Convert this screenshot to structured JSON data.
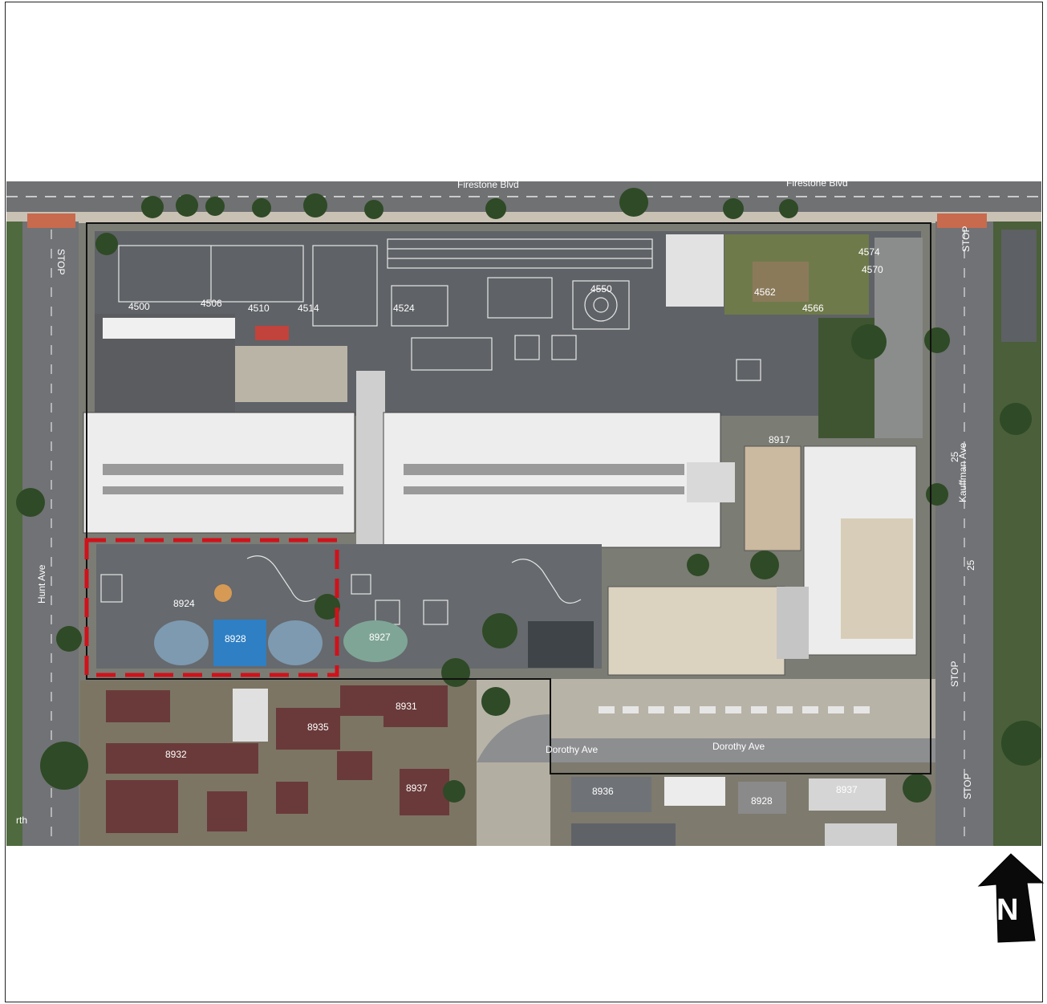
{
  "streets": {
    "firestone_west": "Firestone Blvd",
    "firestone_east": "Firestone Blvd",
    "hunt": "Hunt Ave",
    "kauffman": "Kauffman Ave",
    "dorothy_west": "Dorothy Ave",
    "dorothy_east": "Dorothy Ave",
    "partial_sw": "rth"
  },
  "road_marks": {
    "stop_nw": "STOP",
    "stop_ne": "STOP",
    "stop_e_mid": "STOP",
    "stop_se": "STOP",
    "speed_1": "25",
    "speed_2": "25"
  },
  "parcels": {
    "p4500": "4500",
    "p4506": "4506",
    "p4510": "4510",
    "p4514": "4514",
    "p4524": "4524",
    "p4550": "4550",
    "p4562": "4562",
    "p4566": "4566",
    "p4570": "4570",
    "p4574": "4574",
    "p8917": "8917",
    "p8924": "8924",
    "p8928": "8928",
    "p8927": "8927",
    "p8931": "8931",
    "p8935": "8935",
    "p8932": "8932",
    "p8937": "8937",
    "p8936": "8936",
    "p8928b": "8928",
    "p8937b": "8937"
  },
  "north_label": "N",
  "colors": {
    "site_outline": "#111111",
    "study_area": "#d0121b",
    "asphalt": "#5f6266",
    "roof": "#ededed",
    "grass": "#5a7a3a",
    "tree": "#2f4a26",
    "shade_canopy": "#2f7fc4"
  }
}
